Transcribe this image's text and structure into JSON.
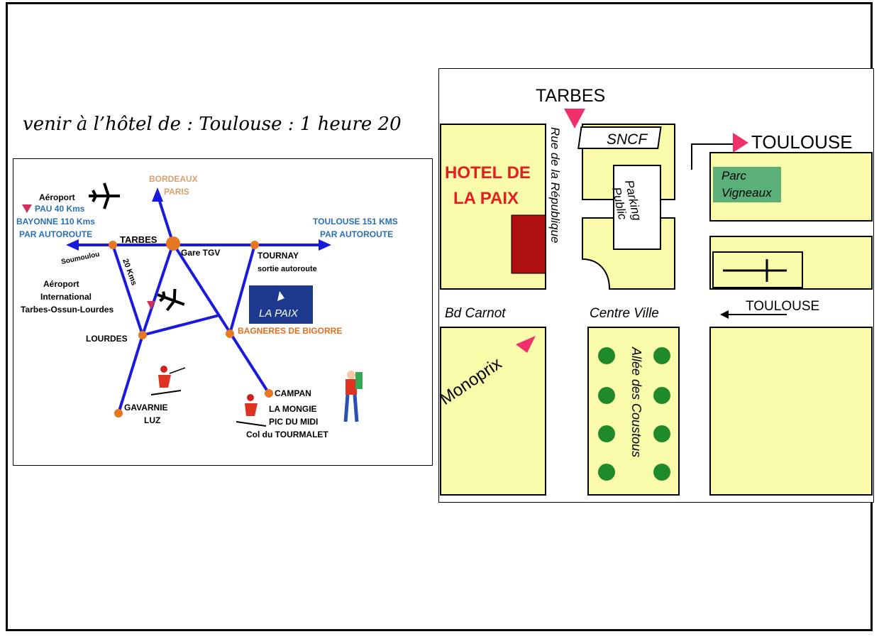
{
  "caption": "venir à l’hôtel de : Toulouse : 1 heure 20",
  "region_map": {
    "labels": {
      "bordeaux": "BORDEAUX",
      "paris": "PARIS",
      "aeroport": "Aéroport",
      "pau": "PAU 40 Kms",
      "bayonne": "BAYONNE 110 Kms",
      "par_autoroute_left": "PAR AUTOROUTE",
      "tarbes": "TARBES",
      "toulouse": "TOULOUSE 151 KMS",
      "par_autoroute_right": "PAR AUTOROUTE",
      "soumoulou": "Soumoulou",
      "gare_tgv": "Gare TGV",
      "tournay": "TOURNAY",
      "sortie_autoroute": "sortie autoroute",
      "km20": "20 Kms",
      "aeroport_intl_1": "Aéroport",
      "aeroport_intl_2": "International",
      "aeroport_intl_3": "Tarbes-Ossun-Lourdes",
      "lourdes": "LOURDES",
      "bagneres": "BAGNERES DE BIGORRE",
      "campan": "CAMPAN",
      "la_mongie": "LA MONGIE",
      "pic_du_midi": "PIC DU MIDI",
      "tourmalet": "Col du TOURMALET",
      "gavarnie": "GAVARNIE",
      "luz": "LUZ",
      "logo": "LA PAIX"
    },
    "colors": {
      "road": "#1a1adb",
      "node": "#e87722",
      "label_tan": "#d9a070",
      "label_blue": "#2a6fb5",
      "label_orange": "#e07020"
    }
  },
  "city_map": {
    "labels": {
      "tarbes": "TARBES",
      "sncf": "SNCF",
      "toulouse_top": "TOULOUSE",
      "parc": "Parc",
      "vigneaux": "Vigneaux",
      "hotel_line1": "HOTEL DE",
      "hotel_line2": "LA PAIX",
      "rue": "Rue de la République",
      "parking_1": "Parking",
      "parking_2": "Public",
      "bd_carnot": "Bd Carnot",
      "centre_ville": "Centre Ville",
      "toulouse_bottom": "TOULOUSE",
      "monoprix": "Monoprix",
      "allee": "Allée des Coustous"
    },
    "colors": {
      "block": "#fafaab",
      "park": "#5bb07a",
      "hotel_text": "#e02020",
      "hotel_block": "#b01010",
      "arrow": "#f0306a",
      "tree": "#1f8a2a"
    }
  }
}
